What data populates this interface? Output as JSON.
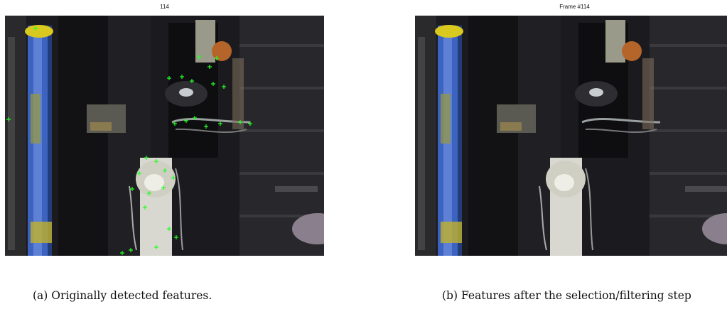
{
  "panels": {
    "a": {
      "frame_title": "114",
      "caption": "(a) Originally detected features.",
      "image_label": "Video frame with green feature markers"
    },
    "b": {
      "frame_title": "Frame #114",
      "caption": "(b) Features after the selection/filtering step",
      "image_label": "Video frame after filtering"
    }
  },
  "colors": {
    "feature_marker": "#22ff22",
    "background": "#1a1a1e"
  }
}
